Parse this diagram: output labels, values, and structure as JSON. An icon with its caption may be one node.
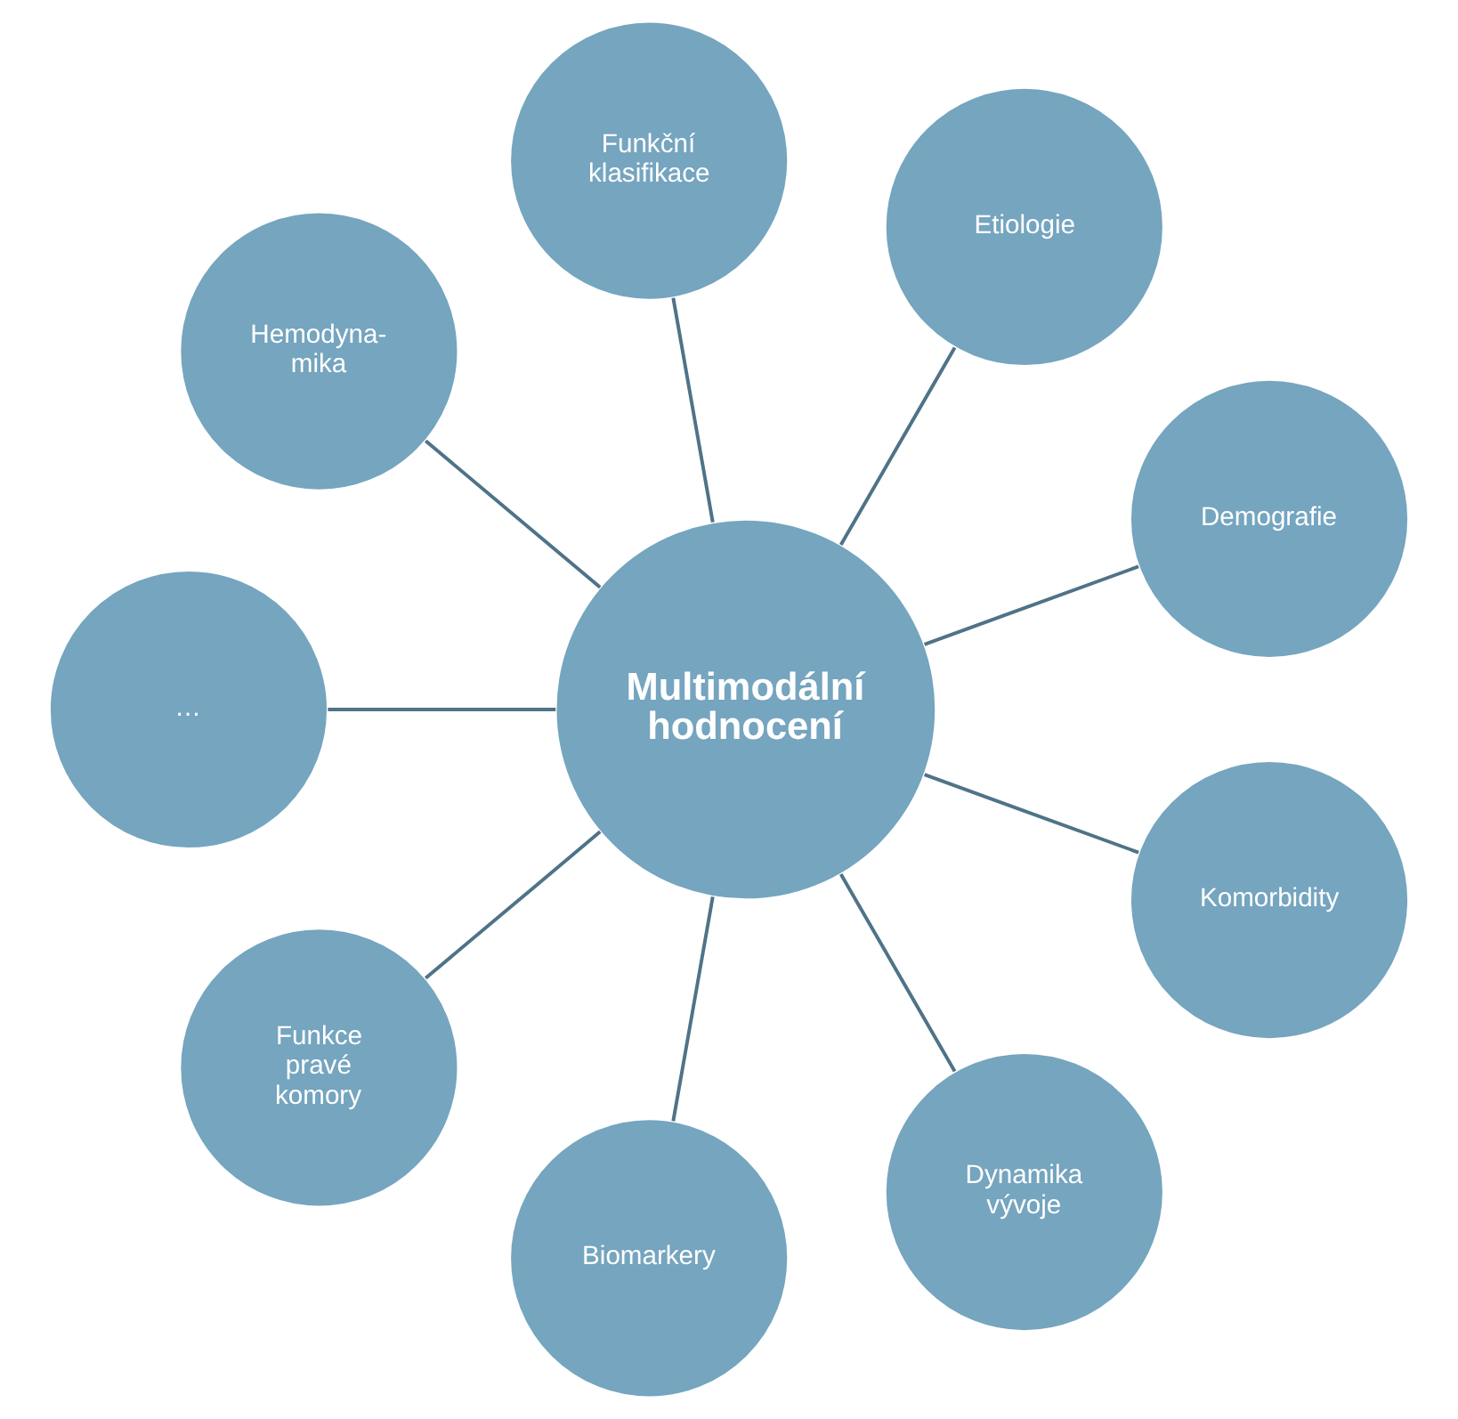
{
  "diagram": {
    "nodes": [
      {
        "text": [
          "Multimodální hodnocení"
        ]
      },
      {
        "text": [
          "Demografie"
        ]
      },
      {
        "text": [
          "Etiologie"
        ]
      },
      {
        "text": [
          "Funkční klasifikace"
        ]
      },
      {
        "text": [
          "Hemodyna- mika"
        ]
      },
      {
        "text": [
          "…"
        ]
      },
      {
        "text": [
          "Funkce pravé komory"
        ]
      },
      {
        "text": [
          "Biomarkery"
        ]
      },
      {
        "text": [
          "Dynamika vývoje"
        ]
      },
      {
        "text": [
          "Komorbidity"
        ]
      }
    ],
    "edges": [
      {
        "from": 0,
        "to": 1,
        "arrow": "none"
      },
      {
        "from": 0,
        "to": 2,
        "arrow": "none"
      },
      {
        "from": 0,
        "to": 3,
        "arrow": "none"
      },
      {
        "from": 0,
        "to": 4,
        "arrow": "none"
      },
      {
        "from": 0,
        "to": 5,
        "arrow": "none"
      },
      {
        "from": 0,
        "to": 6,
        "arrow": "none"
      },
      {
        "from": 0,
        "to": 7,
        "arrow": "none"
      },
      {
        "from": 0,
        "to": 8,
        "arrow": "none"
      },
      {
        "from": 0,
        "to": 9,
        "arrow": "none"
      }
    ]
  }
}
